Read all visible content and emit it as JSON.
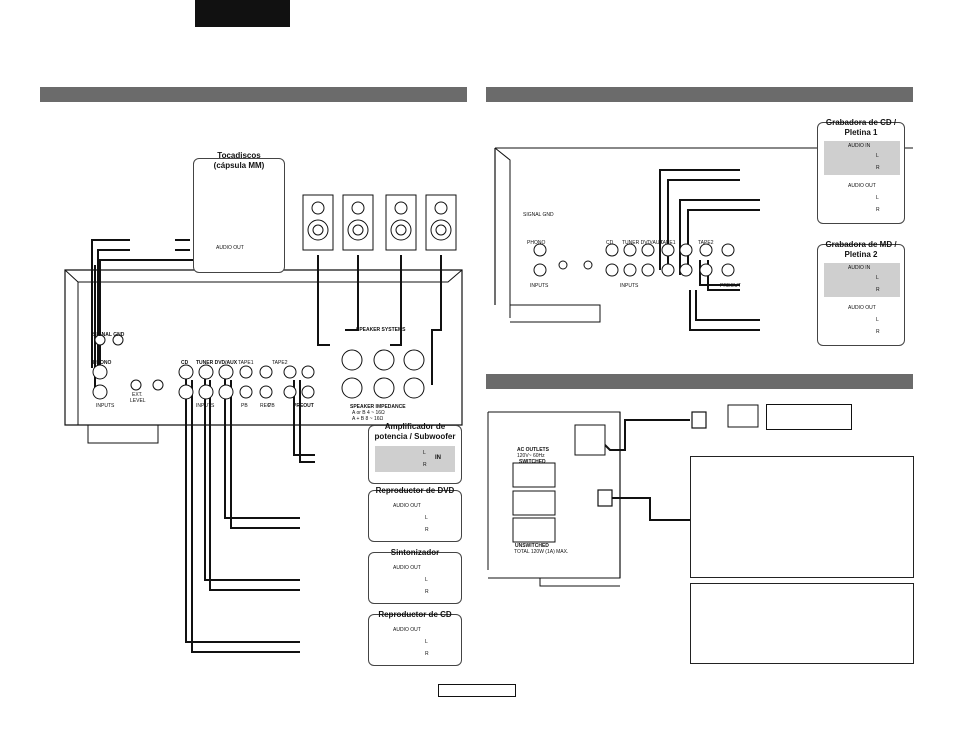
{
  "devices": {
    "turntable": {
      "title_line1": "Tocadiscos",
      "title_line2": "(cápsula MM)",
      "output": "AUDIO OUT"
    },
    "cd_recorder": {
      "title_line1": "Grabadora de CD /",
      "title_line2": "Pletina 1",
      "in_label": "AUDIO IN",
      "out_label": "AUDIO OUT",
      "l": "L",
      "r": "R"
    },
    "md_recorder": {
      "title_line1": "Grabadora de MD /",
      "title_line2": "Pletina 2",
      "in_label": "AUDIO IN",
      "out_label": "AUDIO OUT",
      "l": "L",
      "r": "R"
    },
    "power_amp": {
      "title_line1": "Amplificador de",
      "title_line2": "potencia / Subwoofer",
      "in_label": "IN",
      "l": "L",
      "r": "R"
    },
    "dvd_player": {
      "title": "Reproductor de DVD",
      "out_label": "AUDIO OUT",
      "l": "L",
      "r": "R"
    },
    "tuner": {
      "title": "Sintonizador",
      "out_label": "AUDIO OUT",
      "l": "L",
      "r": "R"
    },
    "cd_player": {
      "title": "Reproductor de CD",
      "out_label": "AUDIO OUT",
      "l": "L",
      "r": "R"
    }
  },
  "rear_panel": {
    "signal_gnd": "SIGNAL GND",
    "phono": "PHONO",
    "inputs": "INPUTS",
    "ext_level_a": "EXT.",
    "ext_level_b": "LEVEL",
    "cd": "CD",
    "tuner_dvd_aux": "TUNER DVD/AUX",
    "tape1": "TAPE1",
    "tape2": "TAPE2",
    "pb": "PB",
    "rec": "REC",
    "preout": "PREOUT",
    "speaker_systems": "SPEAKER SYSTEMS",
    "impedance_title": "SPEAKER IMPEDANCE",
    "impedance_a": "A or B    4 ~ 16Ω",
    "impedance_ab": "A + B    8 ~ 16Ω"
  },
  "power": {
    "ac_outlets": "AC OUTLETS",
    "ac_voltage": "120V~ 60Hz",
    "switched": "SWITCHED",
    "unswitched": "UNSWITCHED",
    "total": "TOTAL 120W  (1A) MAX."
  }
}
